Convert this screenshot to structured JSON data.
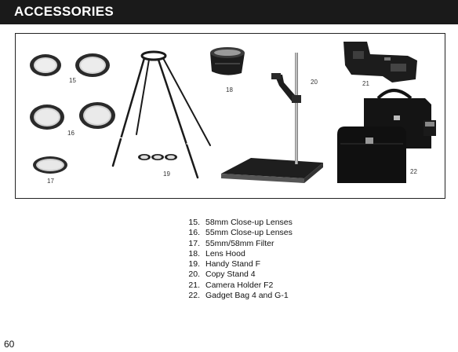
{
  "header": {
    "title": "ACCESSORIES"
  },
  "figure": {
    "callouts": [
      "15",
      "16",
      "17",
      "18",
      "19",
      "20",
      "21",
      "22"
    ]
  },
  "legend": [
    {
      "num": "15.",
      "label": "58mm Close-up Lenses"
    },
    {
      "num": "16.",
      "label": "55mm Close-up Lenses"
    },
    {
      "num": "17.",
      "label": "55mm/58mm Filter"
    },
    {
      "num": "18.",
      "label": "Lens Hood"
    },
    {
      "num": "19.",
      "label": "Handy Stand F"
    },
    {
      "num": "20.",
      "label": "Copy Stand 4"
    },
    {
      "num": "21.",
      "label": "Camera Holder F2"
    },
    {
      "num": "22.",
      "label": "Gadget Bag 4 and G-1"
    }
  ],
  "page_number": "60"
}
